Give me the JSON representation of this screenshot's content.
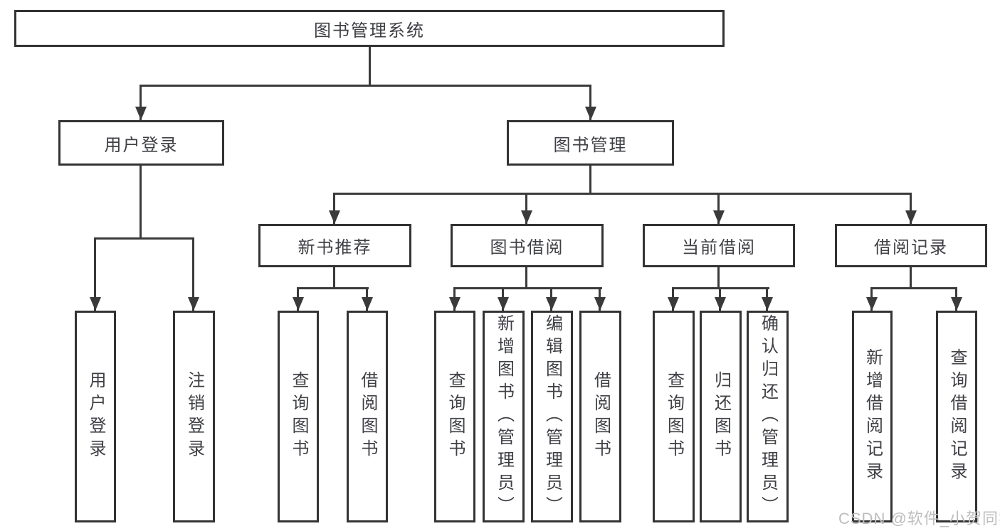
{
  "tree": {
    "root": {
      "label": "图书管理系统"
    },
    "branches": [
      {
        "label": "用户登录",
        "children": [
          {
            "label": "用户登录"
          },
          {
            "label": "注销登录"
          }
        ]
      },
      {
        "label": "图书管理",
        "children": [
          {
            "label": "新书推荐",
            "children": [
              {
                "label": "查询图书"
              },
              {
                "label": "借阅图书"
              }
            ]
          },
          {
            "label": "图书借阅",
            "children": [
              {
                "label": "查询图书"
              },
              {
                "label": "新增图书（管理员）"
              },
              {
                "label": "编辑图书（管理员）"
              },
              {
                "label": "借阅图书"
              }
            ]
          },
          {
            "label": "当前借阅",
            "children": [
              {
                "label": "查询图书"
              },
              {
                "label": "归还图书"
              },
              {
                "label": "确认归还（管理员）"
              }
            ]
          },
          {
            "label": "借阅记录",
            "children": [
              {
                "label": "新增借阅记录"
              },
              {
                "label": "查询借阅记录"
              }
            ]
          }
        ]
      }
    ]
  },
  "watermark": {
    "text": "CSDN @软件_小贺同学"
  },
  "colors": {
    "line": "#3a3a3a",
    "border": "#333333",
    "text": "#3f4045",
    "watermark": "#bdbdbd",
    "background": "#ffffff"
  }
}
